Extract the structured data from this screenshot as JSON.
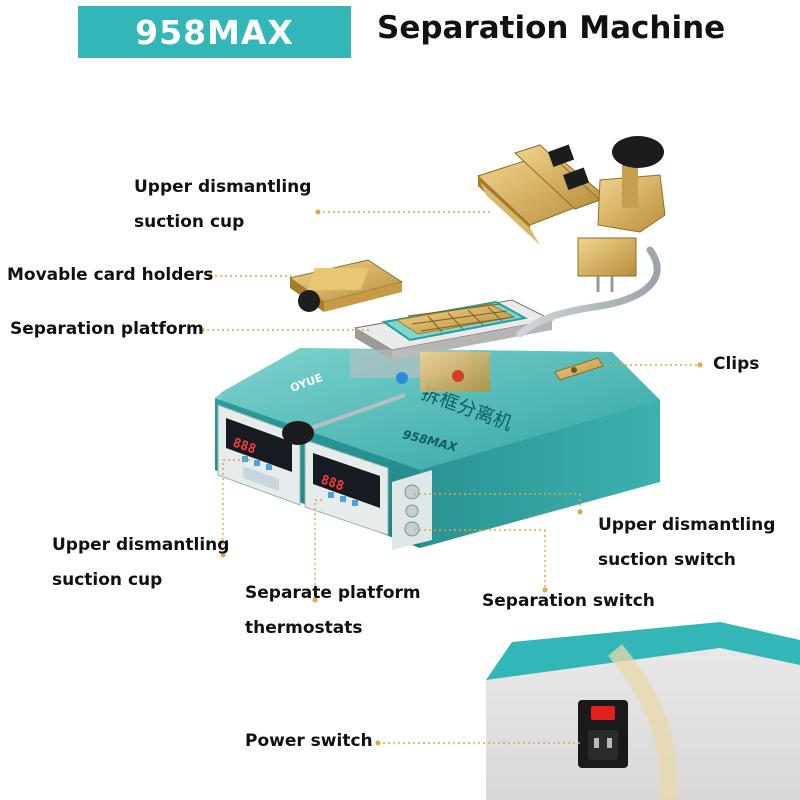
{
  "header": {
    "model": "958MAX",
    "title": "Separation Machine"
  },
  "labels": {
    "upper_cup_top_line1": "Upper dismantling",
    "upper_cup_top_line2": "suction cup",
    "card_holders": "Movable card holders",
    "separation_platform": "Separation platform",
    "clips": "Clips",
    "upper_cup_bottom_line1": "Upper dismantling",
    "upper_cup_bottom_line2": "suction cup",
    "thermostats_line1": "Separate platform",
    "thermostats_line2": "thermostats",
    "upper_switch_line1": "Upper dismantling",
    "upper_switch_line2": "suction switch",
    "separation_switch": "Separation switch",
    "power_switch": "Power switch"
  },
  "device": {
    "brand_mark": "OYUE",
    "model_mark": "958MAX",
    "cn_text": "拆框分离机",
    "display_left": "888",
    "display_right": "888"
  },
  "colors": {
    "badge": "#33b6b8",
    "machine_body": "#2a9d9c",
    "leader_line": "#e0a83a",
    "brass": "#d4b062"
  }
}
